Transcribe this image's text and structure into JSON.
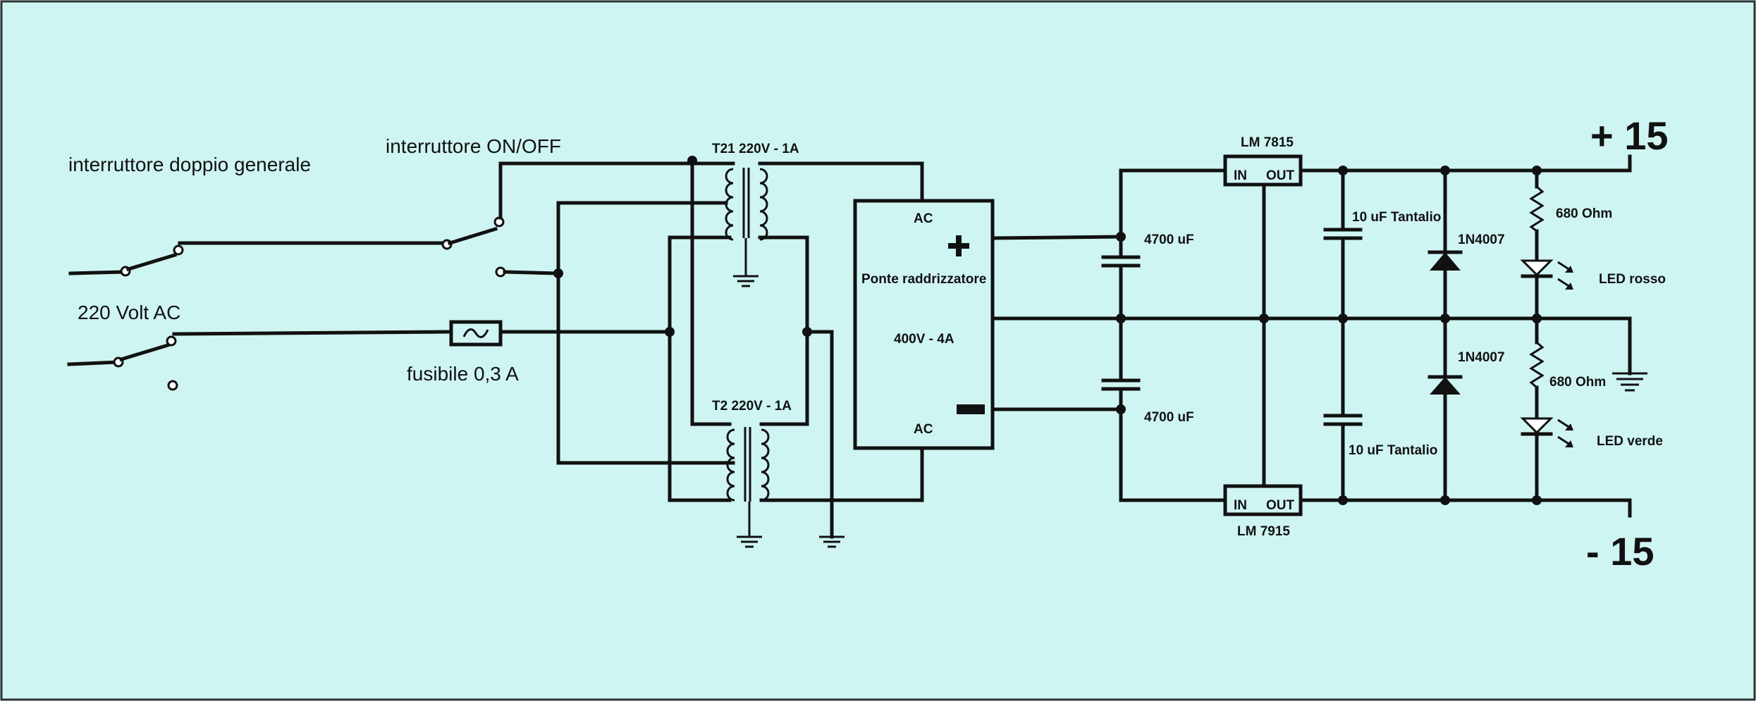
{
  "labels": {
    "main_switch": "interruttore doppio generale",
    "mains": "220 Volt AC",
    "onoff": "interruttore ON/OFF",
    "fuse": "fusibile 0,3 A",
    "t1": "T21  220V - 1A",
    "t2": "T2  220V - 1A",
    "bridge_name": "Ponte raddrizzatore",
    "bridge_rating": "400V - 4A",
    "bridge_ac_top": "AC",
    "bridge_ac_bottom": "AC",
    "cap_top": "4700 uF",
    "cap_bottom": "4700 uF",
    "reg_pos": "LM 7815",
    "reg_neg": "LM 7915",
    "pin_in": "IN",
    "pin_out": "OUT",
    "tant_top": "10 uF Tantalio",
    "tant_bottom": "10 uF Tantalio",
    "diode_top": "1N4007",
    "diode_bottom": "1N4007",
    "res_top": "680 Ohm",
    "res_bottom": "680 Ohm",
    "led_top": "LED rosso",
    "led_bottom": "LED verde",
    "out_pos": "+ 15",
    "out_neg": "- 15"
  }
}
